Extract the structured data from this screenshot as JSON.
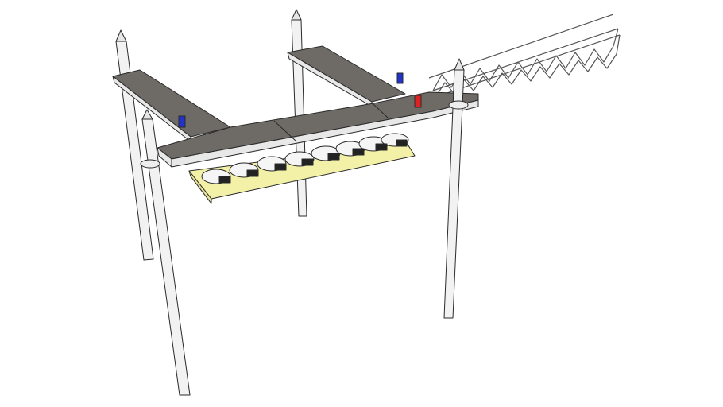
{
  "scene": {
    "colors": {
      "background": "#ffffff",
      "deck_top": "#6e6a66",
      "deck_edge": "#e8e8e8",
      "piling": "#f2f2f2",
      "outline": "#2a2a2a",
      "lift_float": "#f3f0a8",
      "marker_blue": "#2233cc",
      "marker_red": "#dd2222",
      "truss": "#d8d8d8"
    },
    "icons": [
      "piling",
      "deck",
      "boat-lift",
      "gangway-truss",
      "marker-post"
    ]
  }
}
